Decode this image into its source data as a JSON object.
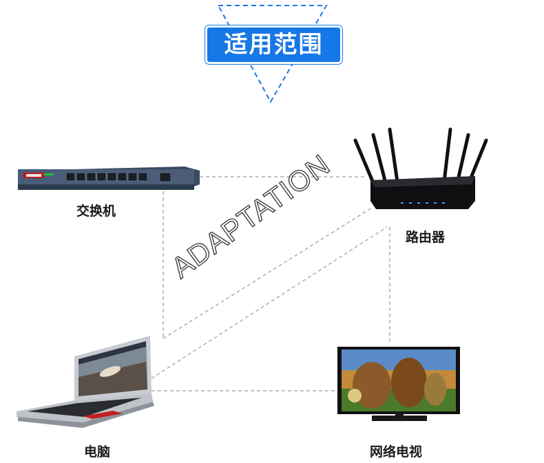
{
  "title": "适用范围",
  "watermark": "ADAPTATION",
  "devices": {
    "switch": {
      "label": "交换机",
      "icon": "switch-icon"
    },
    "router": {
      "label": "路由器",
      "icon": "router-icon"
    },
    "laptop": {
      "label": "电脑",
      "icon": "laptop-icon"
    },
    "tv": {
      "label": "网络电视",
      "icon": "tv-icon"
    }
  },
  "colors": {
    "accent": "#1677e6",
    "line": "#9a9a9a"
  }
}
